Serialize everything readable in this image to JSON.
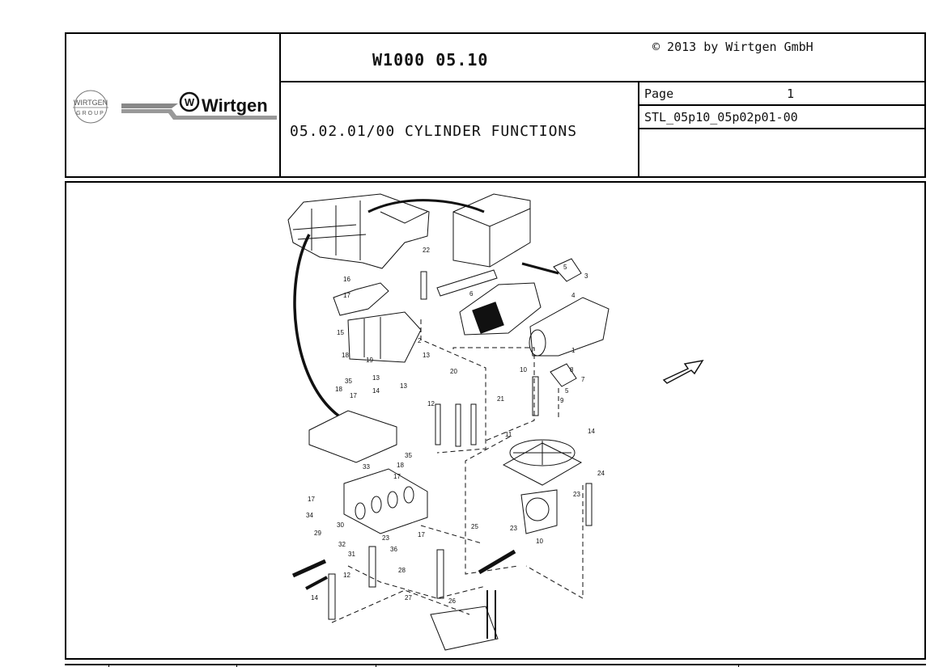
{
  "header": {
    "model": "W1000 05.10",
    "copyright": "© 2013 by Wirtgen GmbH",
    "page_label": "Page",
    "page_number": "1",
    "doc_code": "STL_05p10_05p02p01-00",
    "section_title": "05.02.01/00 CYLINDER FUNCTIONS",
    "logo_group_top": "WIRTGEN",
    "logo_group_bottom": "GROUP",
    "logo_brand": "Wirtgen",
    "logo_brand_mark": "W"
  },
  "diagram": {
    "callouts": [
      "1",
      "2",
      "3",
      "4",
      "5",
      "6",
      "7",
      "8",
      "9",
      "10",
      "11",
      "12",
      "13",
      "14",
      "15",
      "16",
      "17",
      "18",
      "19",
      "20",
      "21",
      "22",
      "23",
      "24",
      "25",
      "26",
      "27",
      "28",
      "29",
      "30",
      "31",
      "32",
      "33",
      "34",
      "35",
      "36"
    ]
  }
}
